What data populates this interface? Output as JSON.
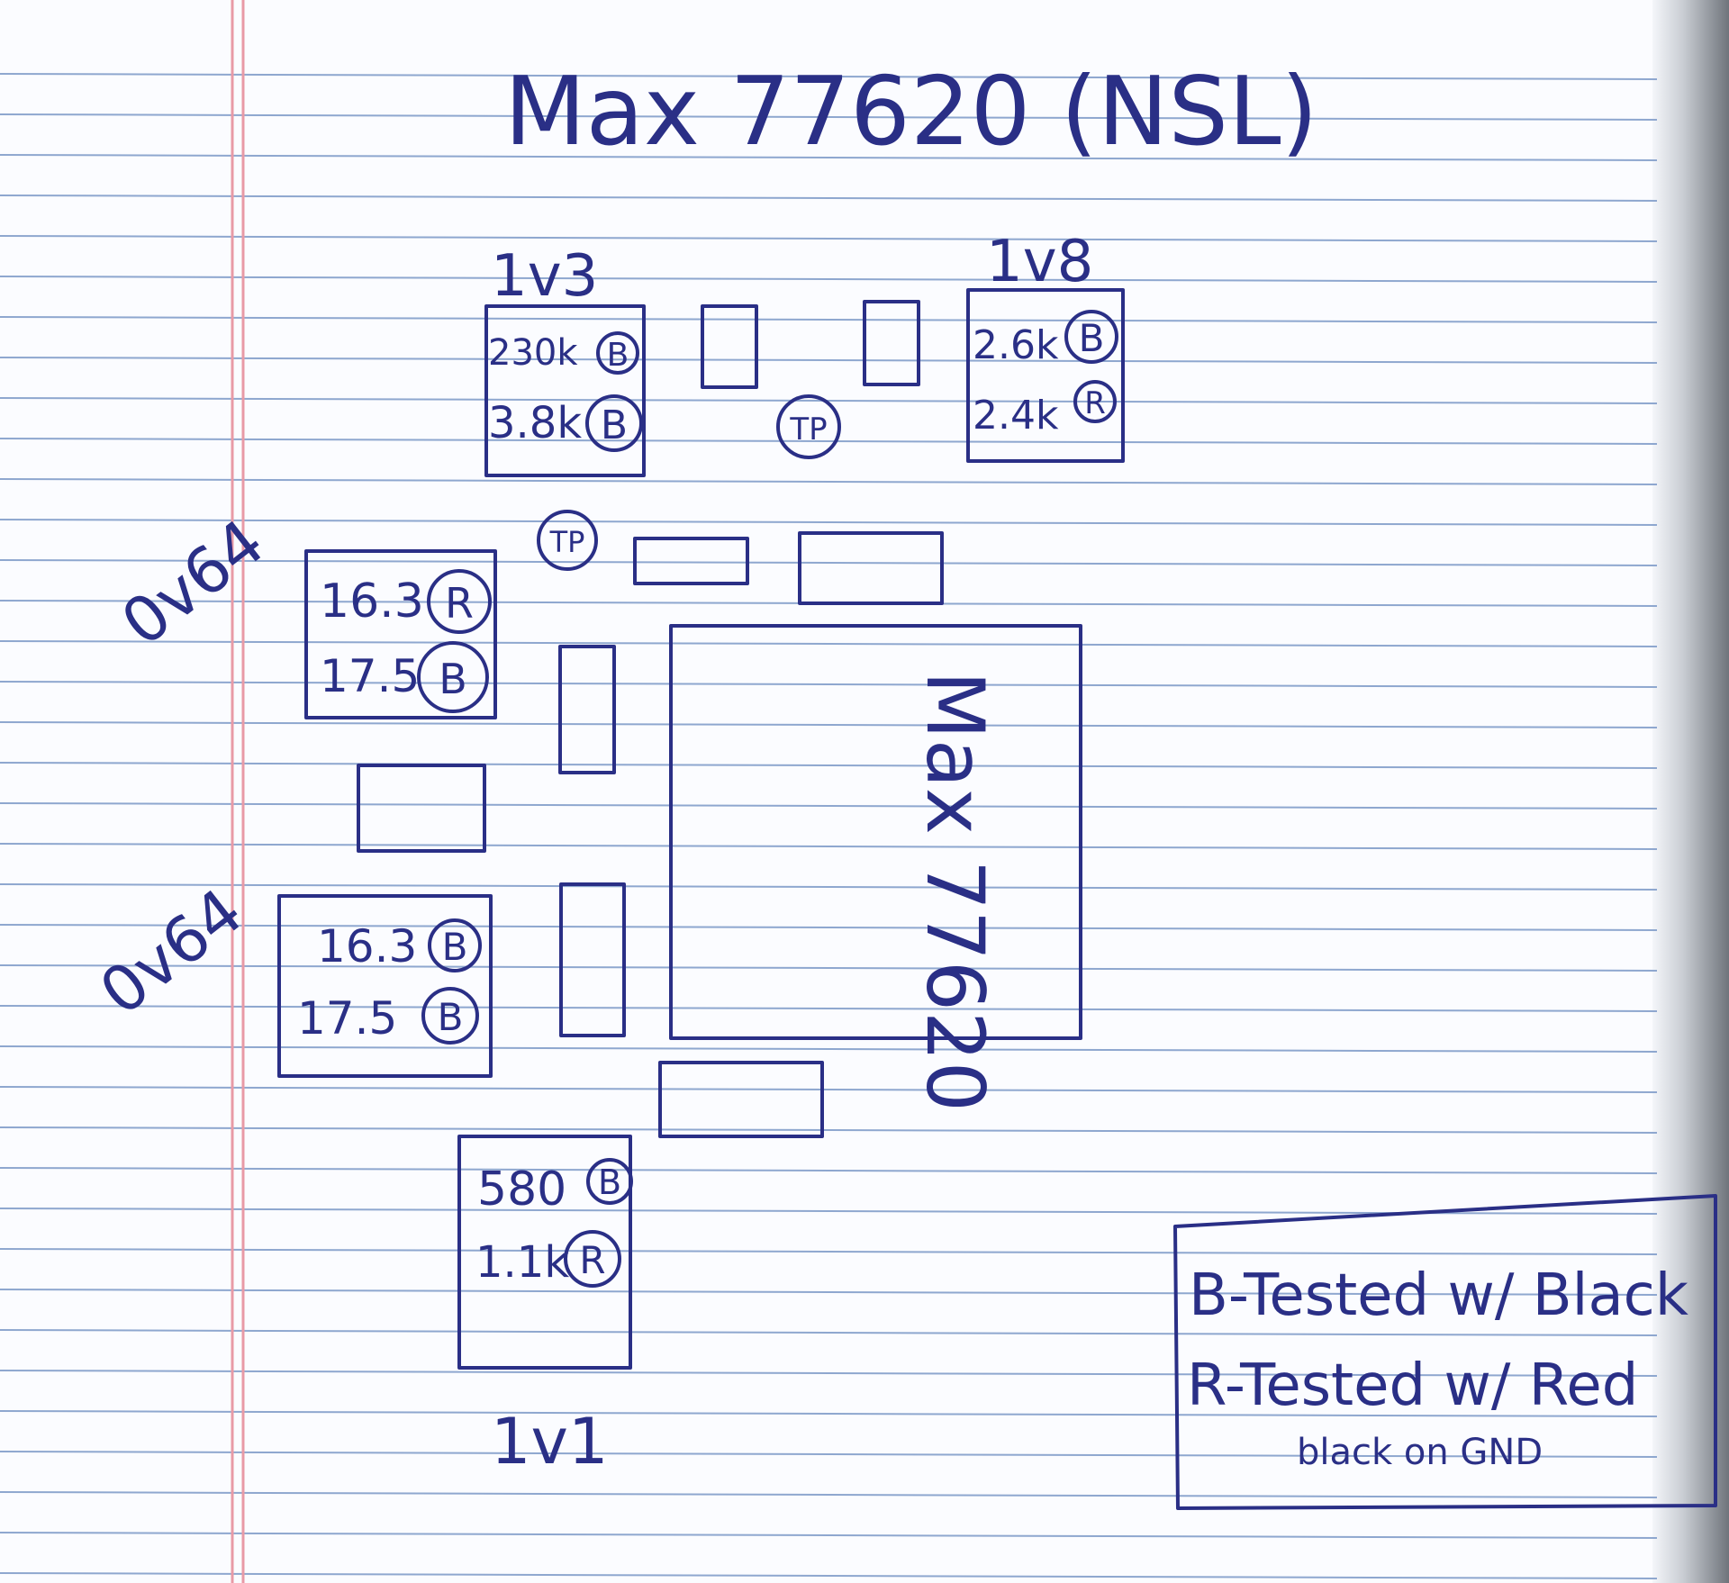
{
  "title": "Max 77620 (NSL)",
  "chip_label": "Max 77620",
  "rails": [
    {
      "id": "1v3",
      "label": "1v3",
      "rows": [
        {
          "value": "230k",
          "mark": "B"
        },
        {
          "value": "3.8k",
          "mark": "B"
        }
      ]
    },
    {
      "id": "1v8",
      "label": "1v8",
      "rows": [
        {
          "value": "2.6k",
          "mark": "B"
        },
        {
          "value": "2.4k",
          "mark": "R"
        }
      ]
    },
    {
      "id": "0v64-upper",
      "label": "0v64",
      "rows": [
        {
          "value": "16.3",
          "mark": "R"
        },
        {
          "value": "17.5",
          "mark": "B"
        }
      ]
    },
    {
      "id": "0v64-lower",
      "label": "0v64",
      "rows": [
        {
          "value": "16.3",
          "mark": "B"
        },
        {
          "value": "17.5",
          "mark": "B"
        }
      ]
    },
    {
      "id": "1v1",
      "label": "1v1",
      "rows": [
        {
          "value": "580",
          "mark": "B"
        },
        {
          "value": "1.1k",
          "mark": "R"
        }
      ]
    }
  ],
  "test_point_label": "TP",
  "legend": {
    "line1": "B-Tested w/ Black",
    "line2": "R-Tested w/ Red",
    "line3": "black on GND"
  },
  "colors": {
    "ink": "#2a2f86",
    "ruled_lines": "#8ea7cf",
    "margin_line": "#e89aa6",
    "paper": "#fbfcff"
  }
}
